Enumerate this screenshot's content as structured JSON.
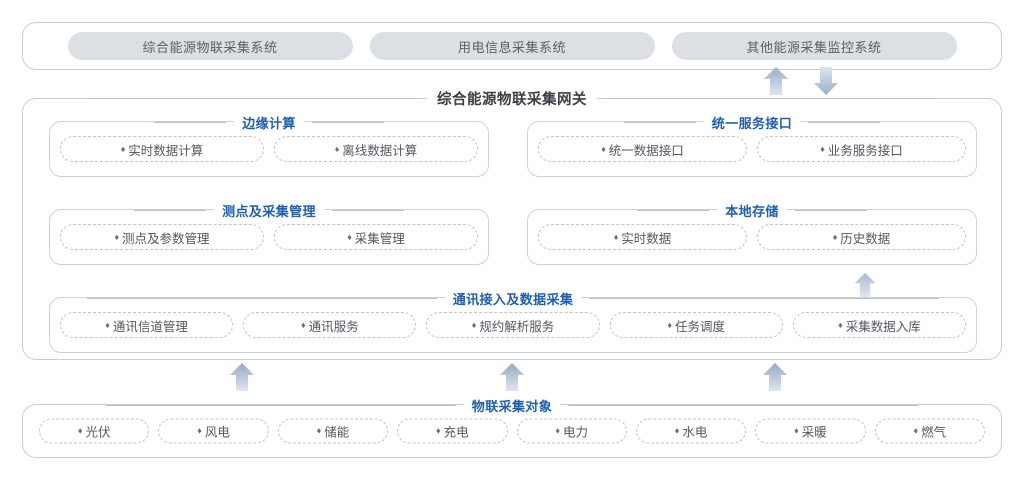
{
  "top_systems": [
    {
      "label": "综合能源物联采集系统"
    },
    {
      "label": "用电信息采集系统"
    },
    {
      "label": "其他能源采集监控系统"
    }
  ],
  "gateway": {
    "title": "综合能源物联采集网关",
    "groups": [
      {
        "key": "edge-computing",
        "title": "边缘计算",
        "items": [
          "实时数据计算",
          "离线数据计算"
        ]
      },
      {
        "key": "unified-service-interface",
        "title": "统一服务接口",
        "items": [
          "统一数据接口",
          "业务服务接口"
        ]
      },
      {
        "key": "measuring-point-collection-management",
        "title": "测点及采集管理",
        "items": [
          "测点及参数管理",
          "采集管理"
        ]
      },
      {
        "key": "local-storage",
        "title": "本地存储",
        "items": [
          "实时数据",
          "历史数据"
        ]
      },
      {
        "key": "communication-access-data-collection",
        "title": "通讯接入及数据采集",
        "items": [
          "通讯信道管理",
          "通讯服务",
          "规约解析服务",
          "任务调度",
          "采集数据入库"
        ]
      }
    ]
  },
  "objects_panel": {
    "title": "物联采集对象",
    "items": [
      "光伏",
      "风电",
      "储能",
      "充电",
      "电力",
      "水电",
      "采暖",
      "燃气"
    ]
  },
  "bullet": "♦",
  "colors": {
    "group_title_blue": "#1f5faf",
    "gateway_title": "#3a3f45",
    "chip_background": "#dcdfe3",
    "panel_border": "#c9ccd1",
    "arrow_top": "#c3cede",
    "arrow_bottom": "#8fa6c4"
  },
  "arrows": {
    "top_up": "arrow-up-icon",
    "top_down": "arrow-down-icon",
    "mid_up": "arrow-up-icon",
    "bottom_up": "arrow-up-icon"
  }
}
